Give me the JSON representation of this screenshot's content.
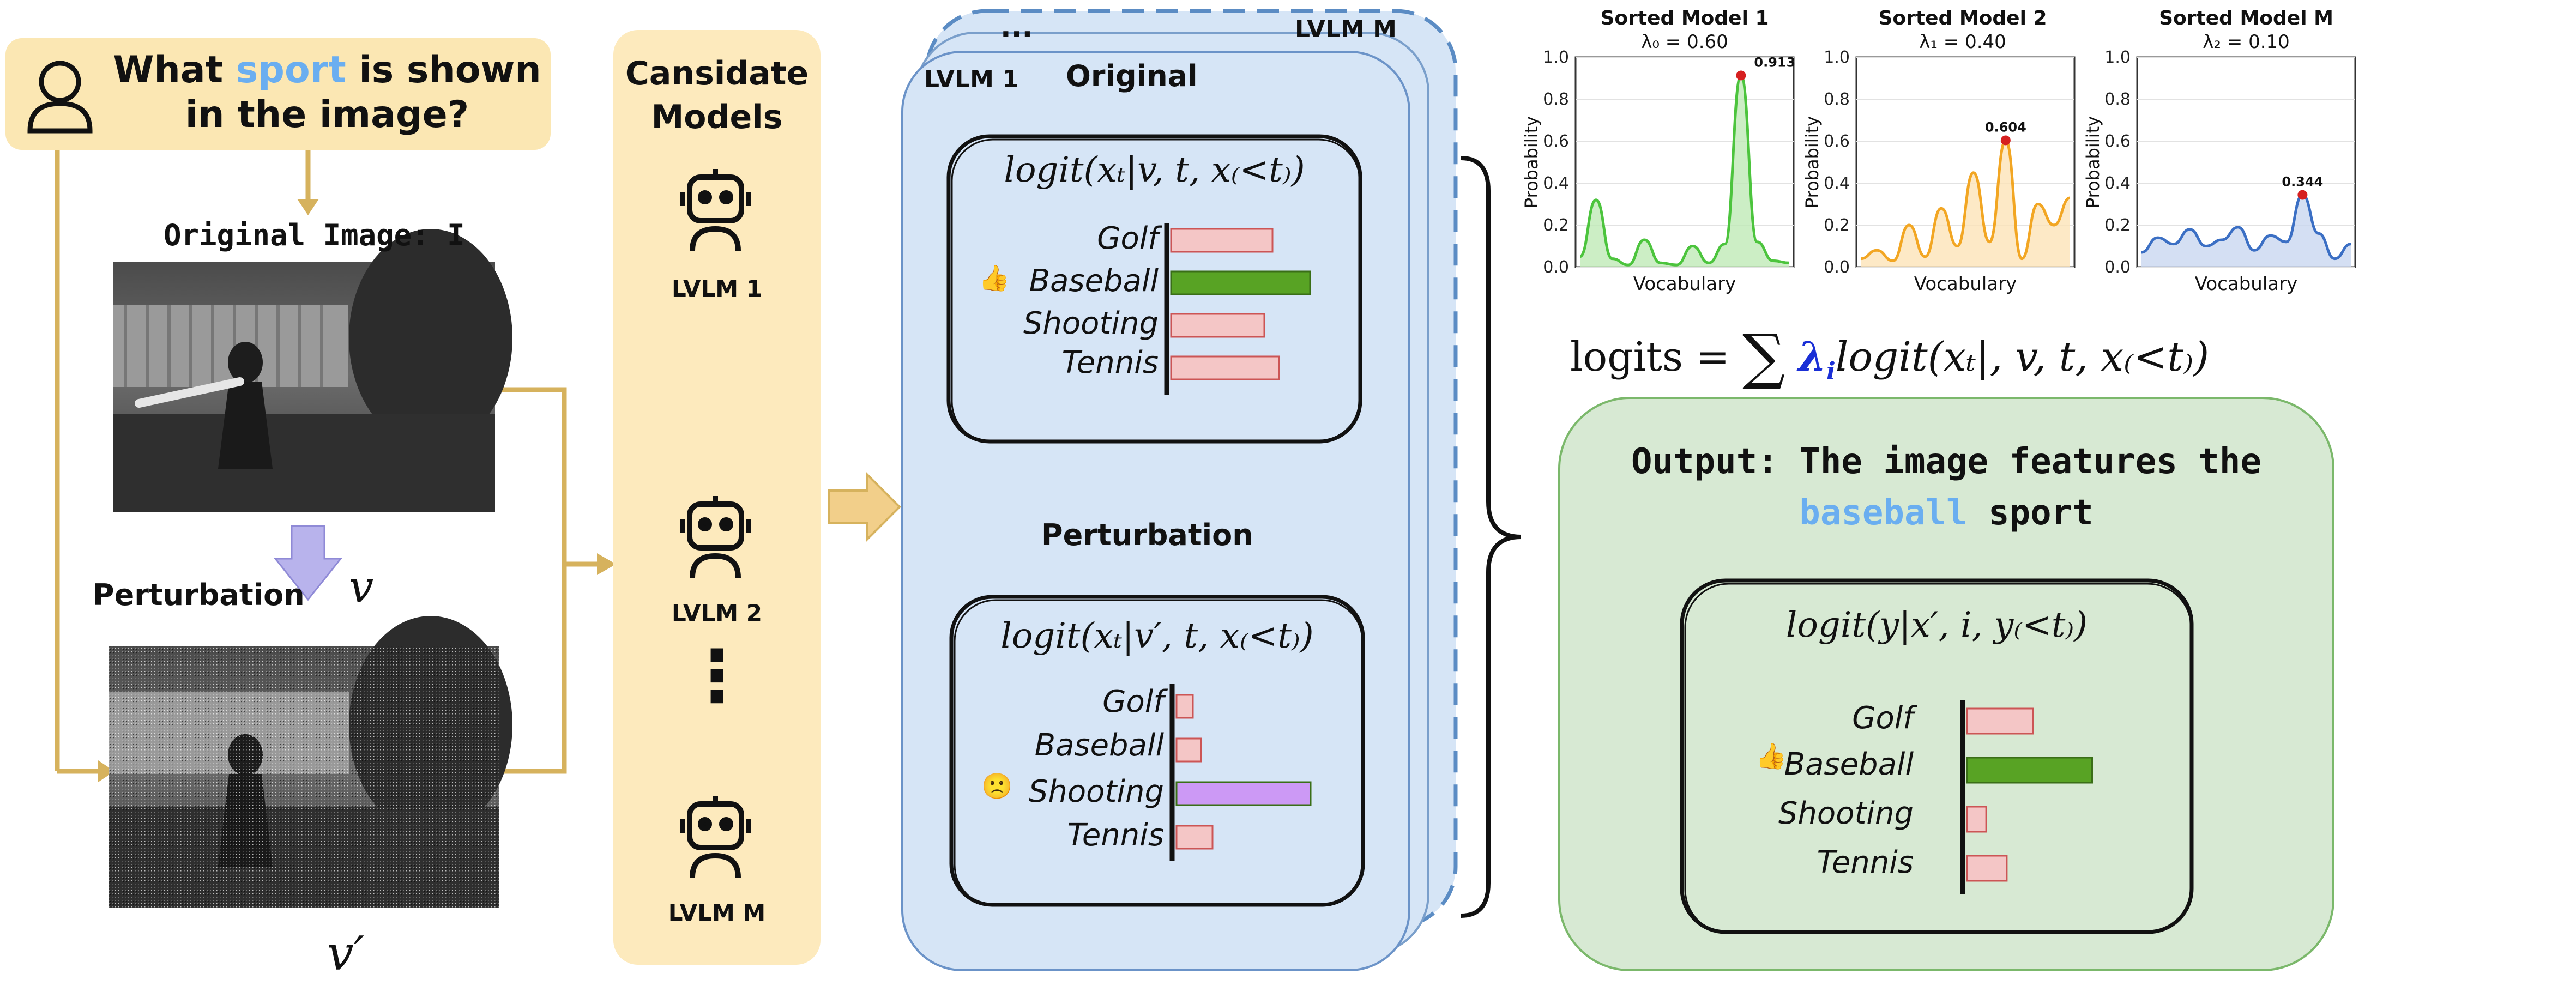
{
  "question": {
    "pre": "What ",
    "highlight": "sport",
    "post1": " is shown",
    "post2": "in the image?"
  },
  "images": {
    "original_label": "Original Image: I",
    "perturbation_label": "Perturbation",
    "v_symbol": "v",
    "v_prime_symbol": "v′"
  },
  "candidates": {
    "title_line1": "Cansidate",
    "title_line2": "Models",
    "models": [
      "LVLM 1",
      "LVLM 2",
      "LVLM M"
    ],
    "vdots": "⋮"
  },
  "stack": {
    "dots": "...",
    "back_label": "LVLM M",
    "front_label": "LVLM 1",
    "original_title": "Original",
    "perturbation_title": "Perturbation",
    "original_formula": "logit(xₜ|v, t, x₍<t₎)",
    "perturbed_formula": "logit(xₜ|v′, t, x₍<t₎)"
  },
  "categories": [
    "Golf",
    "Baseball",
    "Shooting",
    "Tennis"
  ],
  "bars": {
    "original": [
      0.62,
      0.85,
      0.57,
      0.66
    ],
    "perturbed": [
      0.1,
      0.15,
      0.82,
      0.22
    ],
    "output": [
      0.45,
      0.85,
      0.13,
      0.27
    ],
    "original_winner": 1,
    "perturbed_winner": 2,
    "output_winner": 1
  },
  "colors": {
    "yellow_box": "#fbe7b3",
    "candidate_box": "#fdeabd",
    "stack_blue": "#d6e5f6",
    "stack_stroke": "#5b8cc4",
    "bar_pink": "#f4c6c6",
    "bar_pink_stroke": "#cc5555",
    "bar_green": "#58a324",
    "bar_purple": "#cc99f5",
    "output_green": "#d7e9d3",
    "output_stroke": "#7bb86b",
    "arrow_gold": "#d6b25d",
    "arrow_purple": "#b8b3ec"
  },
  "formula": {
    "text": "logits = ∑ λᵢ logit(xₜ|, v, t, x₍<t₎)",
    "lhs": "logits = ",
    "sum": "∑",
    "lambda": "λ",
    "lambda_sub": "i",
    "rhs": "logit(xₜ|, v, t, x₍<t₎)"
  },
  "output": {
    "line1": "Output: The image features the",
    "highlight": "baseball",
    "post": " sport",
    "formula": "logit(y|x′, i, y₍<t₎)"
  },
  "emojis": {
    "thumbs": "👍",
    "sad": "🙁"
  },
  "chart_data": [
    {
      "type": "area",
      "title": "Sorted Model 1",
      "subtitle": "λ₀ = 0.60",
      "xlabel": "Vocabulary",
      "ylabel": "Probability",
      "ylim": [
        0,
        1.0
      ],
      "yticks": [
        "0.0",
        "0.2",
        "0.4",
        "0.6",
        "0.8",
        "1.0"
      ],
      "color": "#4cc43d",
      "fill": "#bfeab6",
      "peak_value": 0.913,
      "peak_label": "0.913",
      "y": [
        0.05,
        0.32,
        0.04,
        0.01,
        0.13,
        0.02,
        0.01,
        0.1,
        0.02,
        0.11,
        0.913,
        0.12,
        0.03,
        0.02
      ]
    },
    {
      "type": "area",
      "title": "Sorted Model 2",
      "subtitle": "λ₁ = 0.40",
      "xlabel": "Vocabulary",
      "ylabel": "Probability",
      "ylim": [
        0,
        1.0
      ],
      "yticks": [
        "0.0",
        "0.2",
        "0.4",
        "0.6",
        "0.8",
        "1.0"
      ],
      "color": "#f2a623",
      "fill": "#fde3b8",
      "peak_value": 0.604,
      "peak_label": "0.604",
      "y": [
        0.04,
        0.08,
        0.03,
        0.2,
        0.05,
        0.28,
        0.1,
        0.45,
        0.12,
        0.604,
        0.04,
        0.3,
        0.2,
        0.33
      ]
    },
    {
      "type": "area",
      "title": "Sorted Model M",
      "subtitle": "λ₂ = 0.10",
      "xlabel": "Vocabulary",
      "ylabel": "Probability",
      "ylim": [
        0,
        1.0
      ],
      "yticks": [
        "0.0",
        "0.2",
        "0.4",
        "0.6",
        "0.8",
        "1.0"
      ],
      "color": "#3b6fc4",
      "fill": "#c9d7f0",
      "peak_value": 0.344,
      "peak_label": "0.344",
      "y": [
        0.07,
        0.14,
        0.11,
        0.18,
        0.1,
        0.13,
        0.19,
        0.08,
        0.15,
        0.12,
        0.344,
        0.16,
        0.04,
        0.11
      ]
    }
  ]
}
